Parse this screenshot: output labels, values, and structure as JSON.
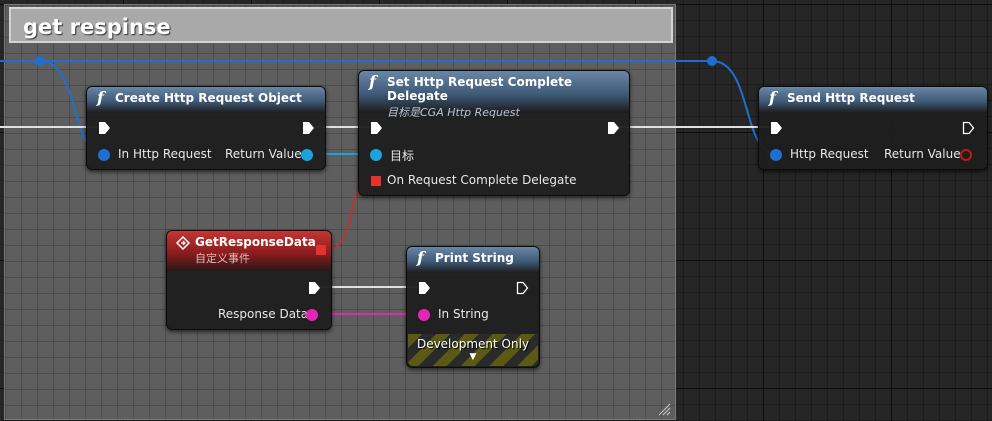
{
  "comment_box": {
    "title": "get respinse"
  },
  "nodes": {
    "create_http_request": {
      "title": "Create Http Request Object",
      "pins": {
        "in_http_request": "In Http Request",
        "return_value": "Return Value"
      }
    },
    "set_delegate": {
      "title": "Set Http Request Complete Delegate",
      "subtitle": "目标是CGA Http Request",
      "pins": {
        "target": "目标",
        "delegate": "On Request Complete Delegate"
      }
    },
    "send_http_request": {
      "title": "Send Http Request",
      "pins": {
        "http_request": "Http Request",
        "return_value": "Return Value"
      }
    },
    "get_response_data": {
      "title": "GetResponseData",
      "subtitle": "自定义事件",
      "pins": {
        "response_data": "Response Data"
      }
    },
    "print_string": {
      "title": "Print String",
      "pins": {
        "in_string": "In String"
      },
      "footer": "Development Only"
    }
  },
  "colors": {
    "exec_wire": "#ffffff",
    "object_wire": "#1e6fd0",
    "target_wire": "#1aa3de",
    "string_wire": "#e326b6",
    "delegate_wire": "#d12a2a",
    "function_header": "#3f5a78",
    "event_header": "#8c1c1c"
  },
  "icons": [
    "function-icon",
    "event-icon",
    "exec-pin-icon",
    "data-pin-icon",
    "delegate-pin-icon",
    "resize-grip-icon",
    "expand-chevron-icon"
  ]
}
